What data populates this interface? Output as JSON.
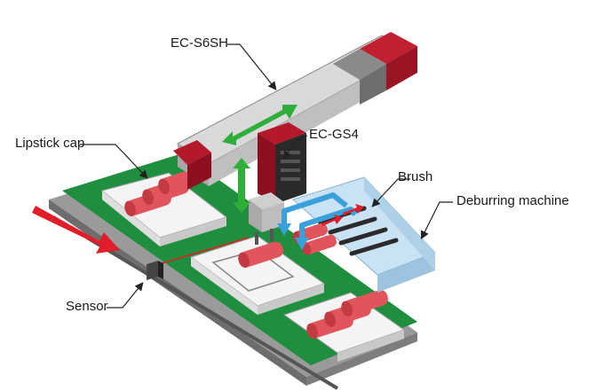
{
  "labels": {
    "actuator_long": "EC-S6SH",
    "actuator_short": "EC-GS4",
    "cap": "Lipstick cap",
    "brush": "Brush",
    "machine": "Deburring machine",
    "sensor": "Sensor"
  },
  "colors": {
    "belt_green": "#22a04a",
    "actuator_red": "#b3192b",
    "arrow_green": "#2fae3a",
    "arrow_blue": "#3aa0dc",
    "arrow_red": "#e11d2a",
    "cap_red": "#e2545c",
    "machine_blue": "#b9daf0"
  }
}
